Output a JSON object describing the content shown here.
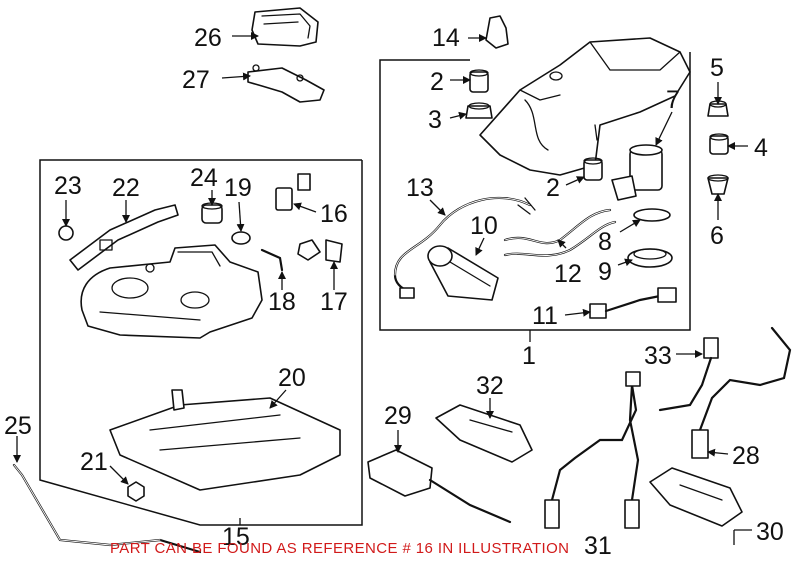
{
  "callouts": {
    "c1": "1",
    "c2a": "2",
    "c2b": "2",
    "c3": "3",
    "c4": "4",
    "c5": "5",
    "c6": "6",
    "c7": "7",
    "c8": "8",
    "c9": "9",
    "c10": "10",
    "c11": "11",
    "c12": "12",
    "c13": "13",
    "c14": "14",
    "c15": "15",
    "c16": "16",
    "c17": "17",
    "c18": "18",
    "c19": "19",
    "c20": "20",
    "c21": "21",
    "c22": "22",
    "c23": "23",
    "c24": "24",
    "c25": "25",
    "c26": "26",
    "c27": "27",
    "c28": "28",
    "c29": "29",
    "c30": "30",
    "c31": "31",
    "c32": "32",
    "c33": "33"
  },
  "notice": "PART CAN BE FOUND AS REFERENCE # 16 IN ILLUSTRATION",
  "colors": {
    "notice": "#d11a1a",
    "line": "#111111"
  }
}
